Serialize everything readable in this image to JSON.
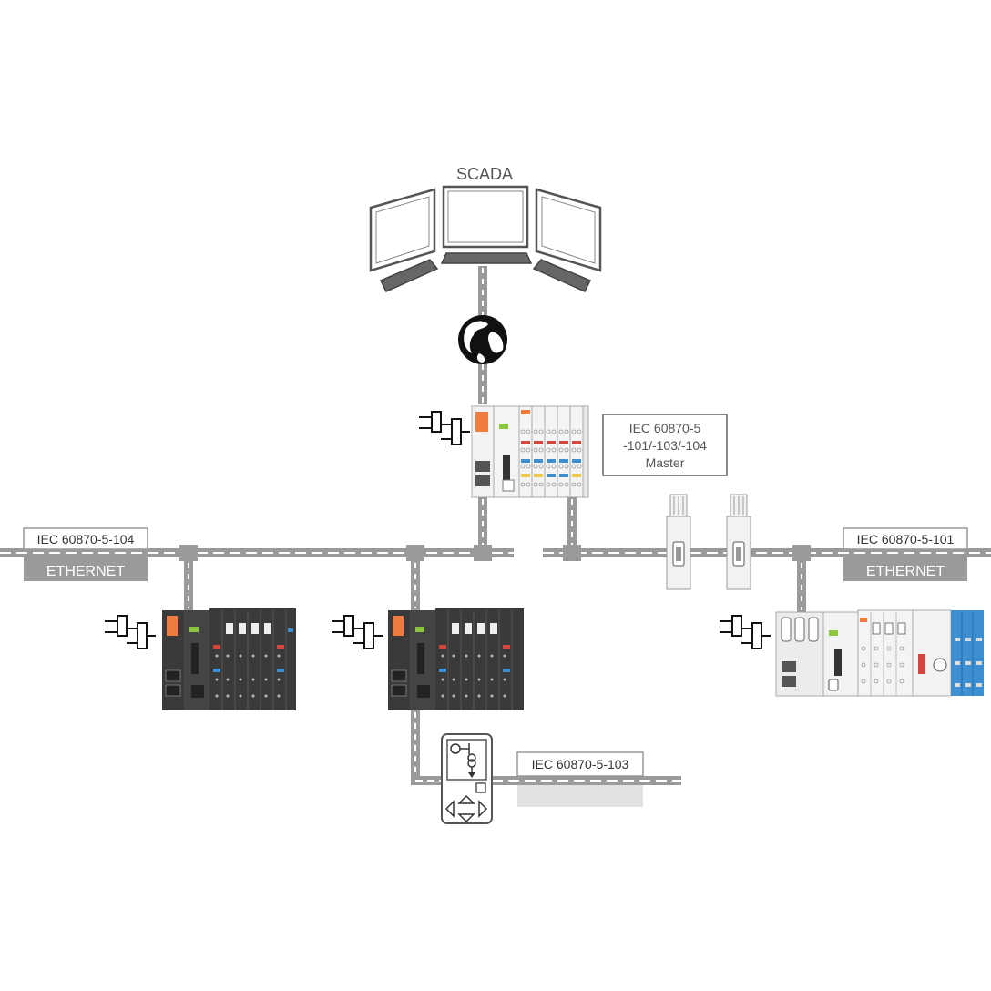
{
  "diagram": {
    "scada_label": "SCADA",
    "master_box": {
      "line1": "IEC 60870-5",
      "line2": "-101/-103/-104",
      "line3": "Master"
    },
    "left_network": {
      "protocol": "IEC 60870-5-104",
      "medium": "ETHERNET"
    },
    "right_network": {
      "protocol": "IEC 60870-5-101",
      "medium": "ETHERNET"
    },
    "bottom_network": {
      "protocol": "IEC 60870-5-103"
    },
    "icons": [
      "monitor-icon",
      "keyboard-icon",
      "globe-icon",
      "controller-icon",
      "relay-symbol-icon",
      "serial-converter-icon",
      "protection-relay-icon"
    ],
    "colors": {
      "line_gray": "#9a9a9a",
      "dark_module": "#3a3a3a",
      "light_module": "#eeeeee",
      "accent_green": "#8dc63f",
      "accent_red": "#d6453d",
      "accent_orange": "#f07b3f",
      "accent_blue": "#3d8fd1",
      "accent_yellow": "#f2c94c"
    }
  }
}
